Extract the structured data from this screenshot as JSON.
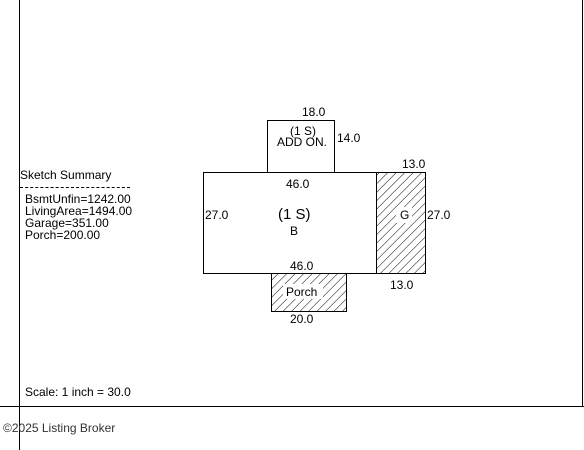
{
  "sketch": {
    "addon": {
      "stories": "(1 S)",
      "name": "ADD ON.",
      "width": "18.0",
      "depth": "14.0"
    },
    "main": {
      "stories": "(1 S)",
      "code": "B",
      "top": "46.0",
      "bottom": "46.0",
      "left": "27.0"
    },
    "garage": {
      "code": "G",
      "top": "13.0",
      "right": "27.0",
      "bottom": "13.0"
    },
    "porch": {
      "name": "Porch",
      "width": "20.0"
    }
  },
  "summary": {
    "title": "Sketch Summary",
    "items": [
      "BsmtUnfin=1242.00",
      "LivingArea=1494.00",
      "Garage=351.00",
      "Porch=200.00"
    ]
  },
  "scale": "Scale: 1 inch = 30.0",
  "footer": "©2025 Listing Broker",
  "colors": {
    "line": "#000000",
    "background": "#ffffff",
    "footer_text": "#333333"
  }
}
